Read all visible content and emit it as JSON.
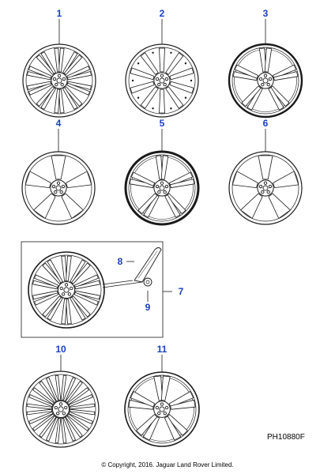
{
  "diagram": {
    "callouts": [
      {
        "id": "1",
        "label": "1"
      },
      {
        "id": "2",
        "label": "2"
      },
      {
        "id": "3",
        "label": "3"
      },
      {
        "id": "4",
        "label": "4"
      },
      {
        "id": "5",
        "label": "5"
      },
      {
        "id": "6",
        "label": "6"
      },
      {
        "id": "7",
        "label": "7"
      },
      {
        "id": "8",
        "label": "8"
      },
      {
        "id": "9",
        "label": "9"
      },
      {
        "id": "10",
        "label": "10"
      },
      {
        "id": "11",
        "label": "11"
      }
    ],
    "reference_code": "PH10880F",
    "copyright": "© Copyright, 2016. Jaguar Land Rover Limited.",
    "colors": {
      "callout": "#1a3fbf",
      "line": "#1a1a1a"
    }
  }
}
